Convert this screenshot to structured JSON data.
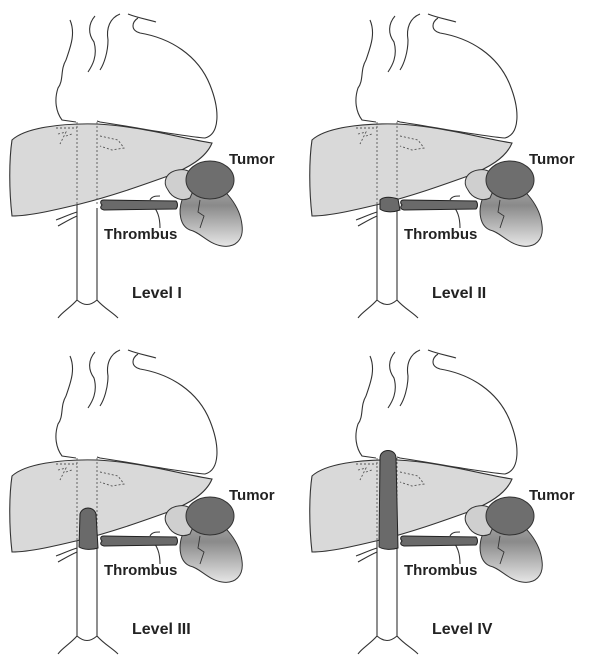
{
  "panels": [
    {
      "level": "Level I",
      "tumor_label": "Tumor",
      "thrombus_label": "Thrombus",
      "thrombus_extent": "renal-vein"
    },
    {
      "level": "Level II",
      "tumor_label": "Tumor",
      "thrombus_label": "Thrombus",
      "thrombus_extent": "infrahepatic-ivc-short"
    },
    {
      "level": "Level III",
      "tumor_label": "Tumor",
      "thrombus_label": "Thrombus",
      "thrombus_extent": "intrahepatic-ivc"
    },
    {
      "level": "Level IV",
      "tumor_label": "Tumor",
      "thrombus_label": "Thrombus",
      "thrombus_extent": "supradiaphragmatic-ivc"
    }
  ],
  "colors": {
    "liver": "#d9d9d9",
    "tumor": "#6e6e6e",
    "thrombus": "#6a6a6a",
    "outline": "#333333"
  }
}
